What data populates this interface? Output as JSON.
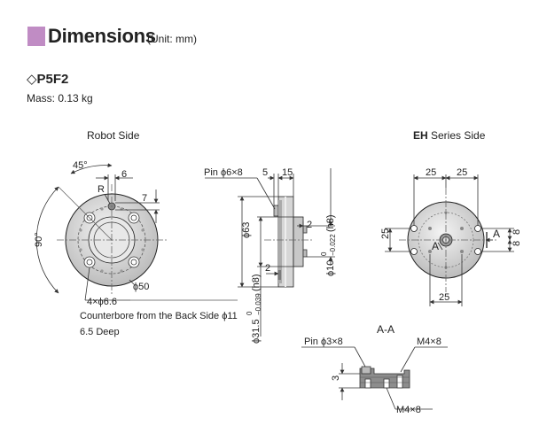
{
  "header": {
    "title": "Dimensions",
    "unit": "(Unit: mm)",
    "accent_color": "#c08cc4"
  },
  "product": {
    "model_symbol": "◇",
    "model": "P5F2",
    "mass": "Mass: 0.13 kg"
  },
  "views": {
    "robot_side": {
      "label": "Robot Side",
      "angle_45": "45°",
      "angle_90": "90°",
      "dim_6": "6",
      "dim_7": "7",
      "r_label": "R",
      "phi50": "ϕ50",
      "holes": "4×ϕ6.6",
      "counterbore": "Counterbore from the Back Side ϕ11",
      "depth": "6.5 Deep"
    },
    "side": {
      "pin": "Pin ϕ6×8",
      "dim_5": "5",
      "dim_15": "15",
      "phi10": "ϕ10",
      "phi10_tol_upper": "0",
      "phi10_tol_lower": "−0.022",
      "phi10_fit": "(h8)",
      "phi63": "ϕ63",
      "dim_2a": "2",
      "dim_2b": "2",
      "phi31": "ϕ31.5",
      "phi31_tol_upper": "0",
      "phi31_tol_lower": "−0.039",
      "phi31_fit": "(h8)"
    },
    "eh_side": {
      "label_bold": "EH",
      "label_rest": " Series Side",
      "dim_25_left": "25",
      "dim_25_right": "25",
      "dim_25_vert": "25",
      "dim_25_bottom": "25",
      "dim_8_a": "8",
      "dim_8_b": "8",
      "a_right": "A",
      "a_center": "A"
    },
    "section": {
      "label": "A-A",
      "pin": "Pin ϕ3×8",
      "m4_top": "M4×8",
      "dim_3": "3",
      "m4_bottom": "M4×8"
    }
  }
}
